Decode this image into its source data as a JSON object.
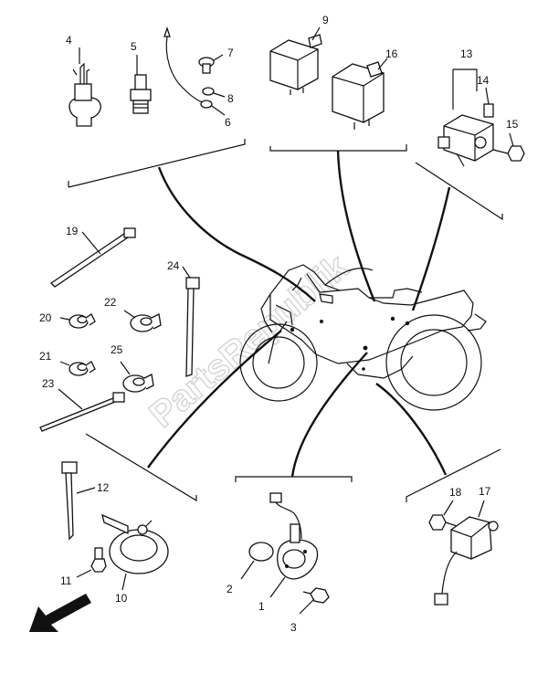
{
  "watermark": "PartsRepublik",
  "callouts": [
    "1",
    "2",
    "3",
    "4",
    "5",
    "6",
    "7",
    "8",
    "9",
    "10",
    "11",
    "12",
    "13",
    "14",
    "15",
    "16",
    "17",
    "18",
    "19",
    "20",
    "21",
    "22",
    "23",
    "24",
    "25"
  ],
  "colors": {
    "line": "#111111",
    "watermark": "#d4d4d4",
    "background": "#ffffff"
  },
  "icons": {
    "front_direction": "arrow-down-left-icon"
  }
}
